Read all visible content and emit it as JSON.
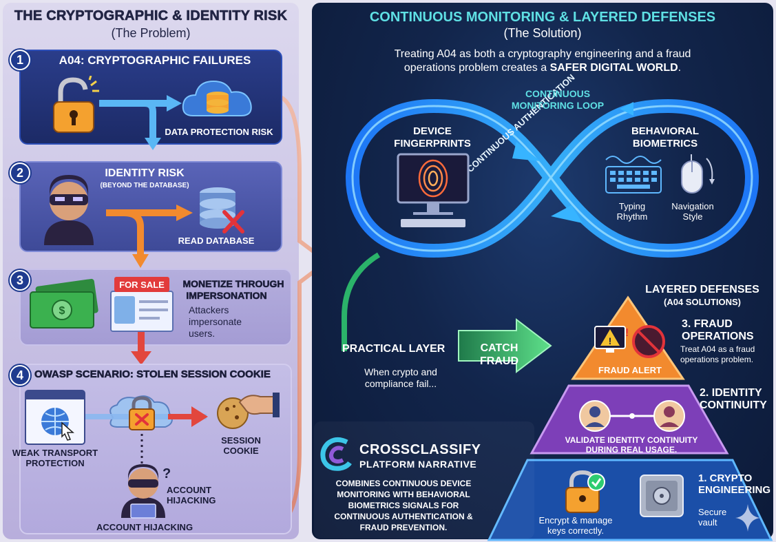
{
  "left": {
    "title": "THE CRYPTOGRAPHIC & IDENTITY RISK",
    "subtitle": "(The Problem)",
    "step1": {
      "num": "1",
      "title": "A04: CRYPTOGRAPHIC FAILURES",
      "label": "DATA PROTECTION RISK"
    },
    "step2": {
      "num": "2",
      "title": "IDENTITY RISK",
      "subtitle": "(BEYOND THE DATABASE)",
      "label": "READ DATABASE"
    },
    "step3": {
      "num": "3",
      "badge": "FOR SALE",
      "title_line1": "MONETIZE THROUGH",
      "title_line2": "IMPERSONATION",
      "desc_line1": "Attackers",
      "desc_line2": "impersonate",
      "desc_line3": "users."
    },
    "step4": {
      "num": "4",
      "title": "OWASP SCENARIO: STOLEN SESSION COOKIE",
      "weak_line1": "WEAK TRANSPORT",
      "weak_line2": "PROTECTION",
      "cookie_line1": "SESSION",
      "cookie_line2": "COOKIE",
      "hijack_line1": "ACCOUNT",
      "hijack_line2": "HIJACKING",
      "hijack_bottom": "ACCOUNT HIJACKING"
    }
  },
  "right": {
    "title": "CONTINUOUS MONITORING & LAYERED DEFENSES",
    "subtitle": "(The Solution)",
    "intro_line1": "Treating A04 as both a cryptography engineering and a fraud",
    "intro_line2_pre": "operations problem creates a ",
    "intro_line2_bold": "SAFER DIGITAL WORLD",
    "intro_line2_post": ".",
    "loop_line1": "CONTINUOUS",
    "loop_line2": "MONITORING LOOP",
    "loop_band": "CONTINUOUS AUTHENTICATION",
    "device_line1": "DEVICE",
    "device_line2": "FINGERPRINTS",
    "behav_line1": "BEHAVIORAL",
    "behav_line2": "BIOMETRICS",
    "typing_line1": "Typing",
    "typing_line2": "Rhythm",
    "nav_line1": "Navigation",
    "nav_line2": "Style",
    "practical": "PRACTICAL LAYER",
    "practical_desc1": "When crypto and",
    "practical_desc2": "compliance fail...",
    "catch_line1": "CATCH",
    "catch_line2": "FRAUD",
    "layered_line1": "LAYERED DEFENSES",
    "layered_line2": "(A04 SOLUTIONS)",
    "fraud_alert": "FRAUD ALERT",
    "fraud_ops_line1": "3. FRAUD",
    "fraud_ops_line2": "OPERATIONS",
    "fraud_ops_desc1": "Treat A04 as a fraud",
    "fraud_ops_desc2": "operations problem.",
    "identity_line1": "2. IDENTITY",
    "identity_line2": "CONTINUITY",
    "validate_line1": "VALIDATE IDENTITY CONTINUITY",
    "validate_line2": "DURING REAL USAGE.",
    "crypto_line1": "1. CRYPTO",
    "crypto_line2": "ENGINEERING",
    "encrypt_line1": "Encrypt & manage",
    "encrypt_line2": "keys correctly.",
    "vault_line1": "Secure",
    "vault_line2": "vault",
    "brand_name": "CROSSCLASSIFY",
    "brand_sub": "PLATFORM NARRATIVE",
    "brand_desc1": "COMBINES CONTINUOUS DEVICE",
    "brand_desc2": "MONITORING WITH BEHAVIORAL",
    "brand_desc3": "BIOMETRICS SIGNALS FOR",
    "brand_desc4": "CONTINUOUS AUTHENTICATION &",
    "brand_desc5": "FRAUD PREVENTION."
  },
  "colors": {
    "navy": "#1c2d6b",
    "cyan_title": "#5fe0e4",
    "loop_blue": "#1e90ff",
    "orange": "#f28a2e",
    "red": "#e2463d",
    "green": "#2ecc71",
    "purple": "#9b59d8"
  }
}
